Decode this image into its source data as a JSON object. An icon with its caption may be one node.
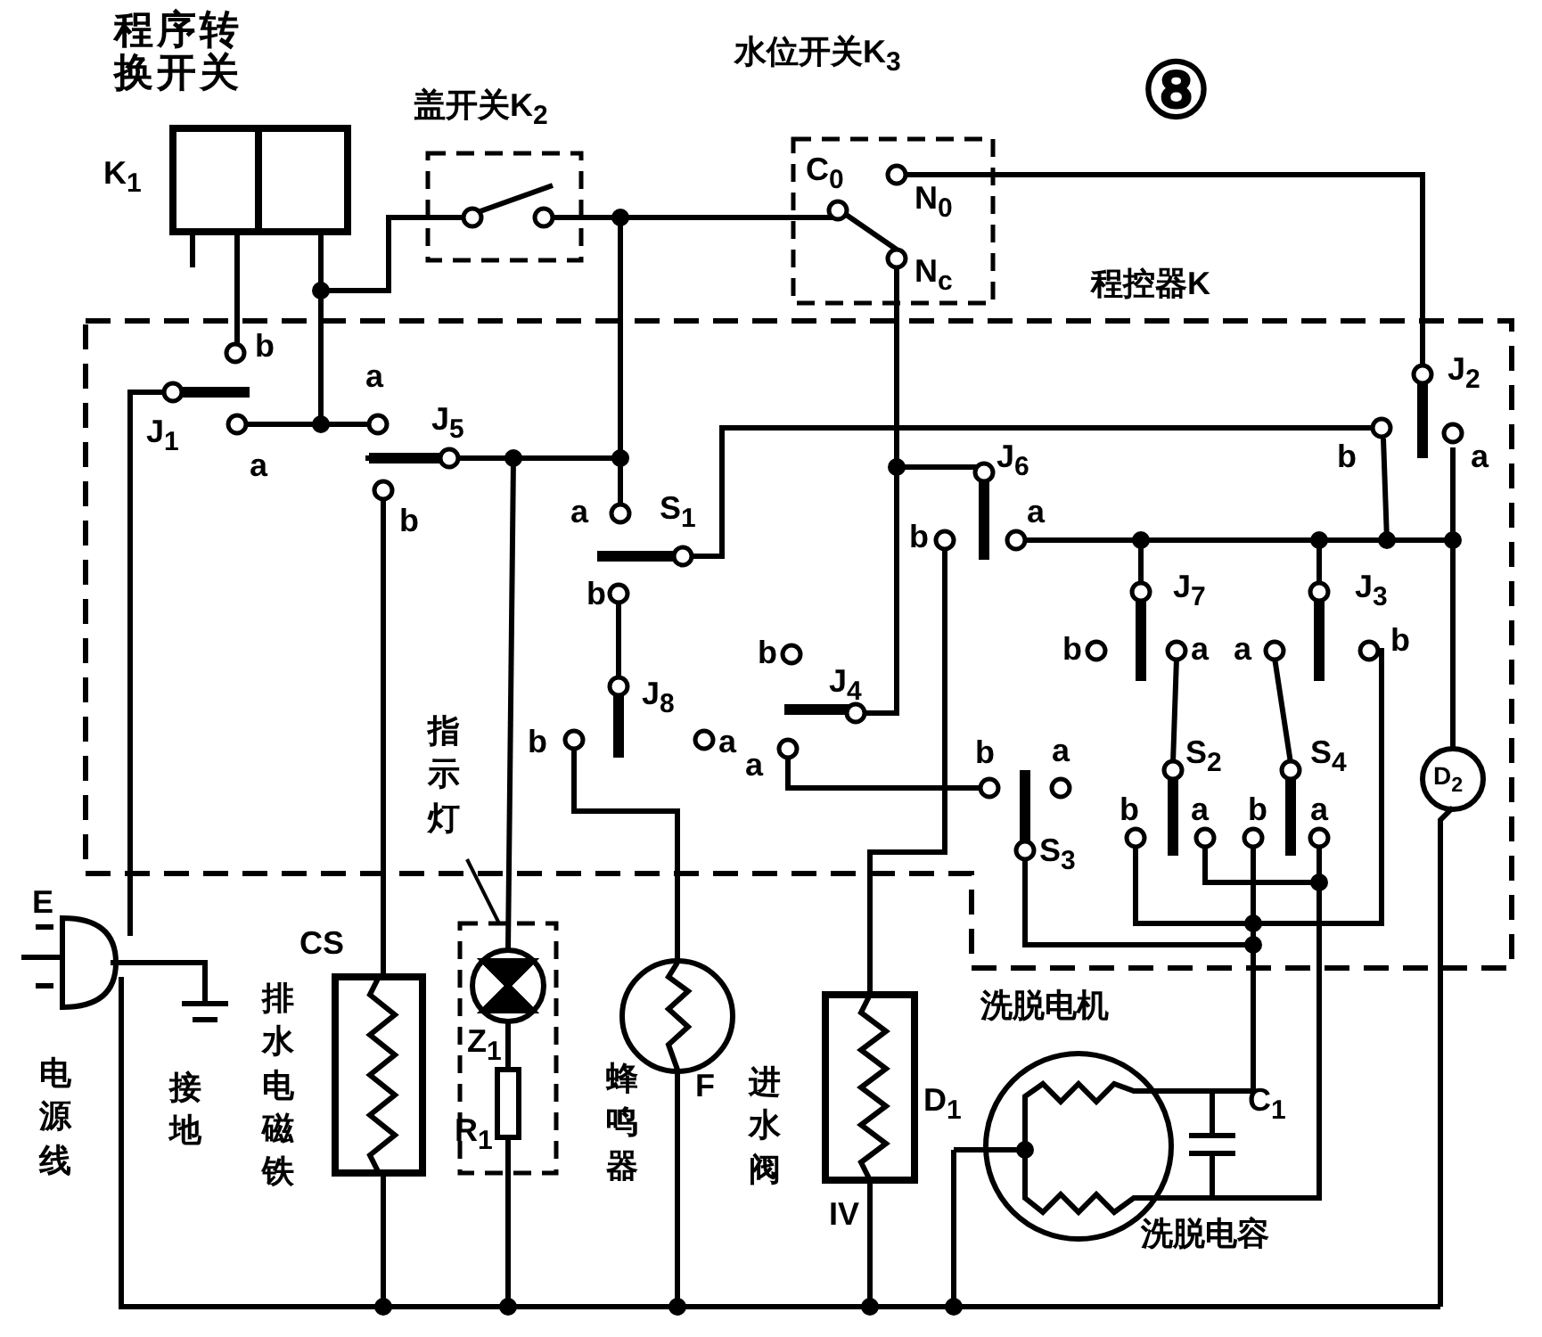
{
  "diagram": {
    "labels": [
      "程序转换开关",
      "盖开关K$_{2}$",
      "水位开关K$_{3}$",
      "⑧",
      "K$_{1}$",
      "C$_{0}$",
      "N$_{0}$",
      "N$_{c}$",
      "程控器K",
      "b",
      "J$_{2}$",
      "J$_{1}$",
      "a",
      "a",
      "J$_{5}$",
      "b",
      "a",
      "b",
      "J$_{6}$",
      "a",
      "S$_{1}$",
      "b",
      "a",
      "b",
      "J$_{7}$",
      "J$_{3}$",
      "b",
      "a",
      "a",
      "b",
      "J$_{8}$",
      "J$_{4}$",
      "b",
      "指示灯",
      "b",
      "a",
      "b",
      "a",
      "a",
      "S$_{2}$",
      "S$_{4}$",
      "D$_{2}$",
      "b",
      "a",
      "b",
      "a",
      "S$_{3}$",
      "E",
      "CS",
      "洗脱电机",
      "排水电磁铁",
      "Z$_{1}$",
      "R$_{1}$",
      "F",
      "蜂鸣器",
      "进水阀",
      "D$_{1}$",
      "C$_{1}$",
      "电源线",
      "接地",
      "IV",
      "洗脱电容"
    ]
  }
}
